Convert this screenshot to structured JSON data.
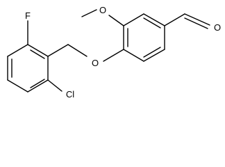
{
  "molecule": {
    "atoms": {
      "fluorine": "F",
      "chlorine": "Cl",
      "ether_oxygen": "O",
      "methoxy_oxygen": "O",
      "aldehyde_oxygen": "O"
    }
  },
  "colors": {
    "bond": "#000000",
    "label": "#000000",
    "background": "#ffffff"
  }
}
